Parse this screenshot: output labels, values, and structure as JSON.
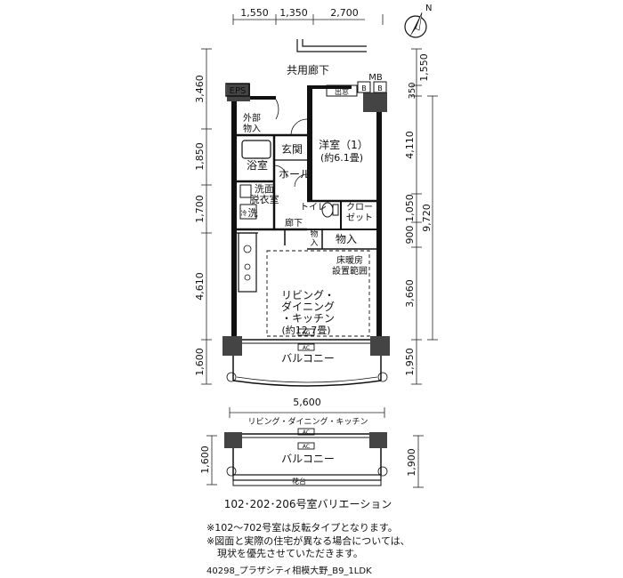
{
  "compass": {
    "label": "N"
  },
  "dims": {
    "top": [
      "1,550",
      "1,350",
      "2,700"
    ],
    "left": [
      "3,460",
      "1,850",
      "1,700",
      "4,610",
      "1,600"
    ],
    "right": [
      "1,550",
      "350",
      "4,110",
      "1,050",
      "900",
      "3,660",
      "1,950"
    ],
    "right_total": "9,720",
    "bottom": "5,600",
    "variation_left": "1,600",
    "variation_right": "1,900"
  },
  "rooms": {
    "corridor": "共用廊下",
    "eps": "EPS",
    "mb": "MB",
    "mb_b1": "B",
    "mb_b2": "B",
    "exit_window": "出窓",
    "ext_storage": [
      "外部",
      "物入"
    ],
    "entrance": "玄関",
    "western": [
      "洋室（1）",
      "(約6.1畳)"
    ],
    "bath": "浴室",
    "hall": "ホール",
    "washroom": [
      "洗面",
      "脱衣室"
    ],
    "washer": "洗",
    "fridge": "冷",
    "toilet": "トイレ",
    "closet": [
      "クロー",
      "ゼット"
    ],
    "hallway": "廊下",
    "storage_small": [
      "物",
      "入"
    ],
    "storage": "物入",
    "floor_heating": [
      "床暖房",
      "設置範囲"
    ],
    "ldk": [
      "リビング・",
      "ダイニング",
      "・キッチン",
      "(約12.7畳)"
    ],
    "ac": "AC",
    "balcony": "バルコニー",
    "variation_ldk": "リビング・ダイニング・キッチン",
    "variation_flowerbed": "花台"
  },
  "text": {
    "variation_title": "102･202･206号室バリエーション",
    "note1": "※102～702号室は反転タイプとなります。",
    "note2": "※図面と実際の住宅が異なる場合については、",
    "note3": "現状を優先させていただきます。",
    "footer": "40298_プラザシティ相模大野_B9_1LDK"
  }
}
